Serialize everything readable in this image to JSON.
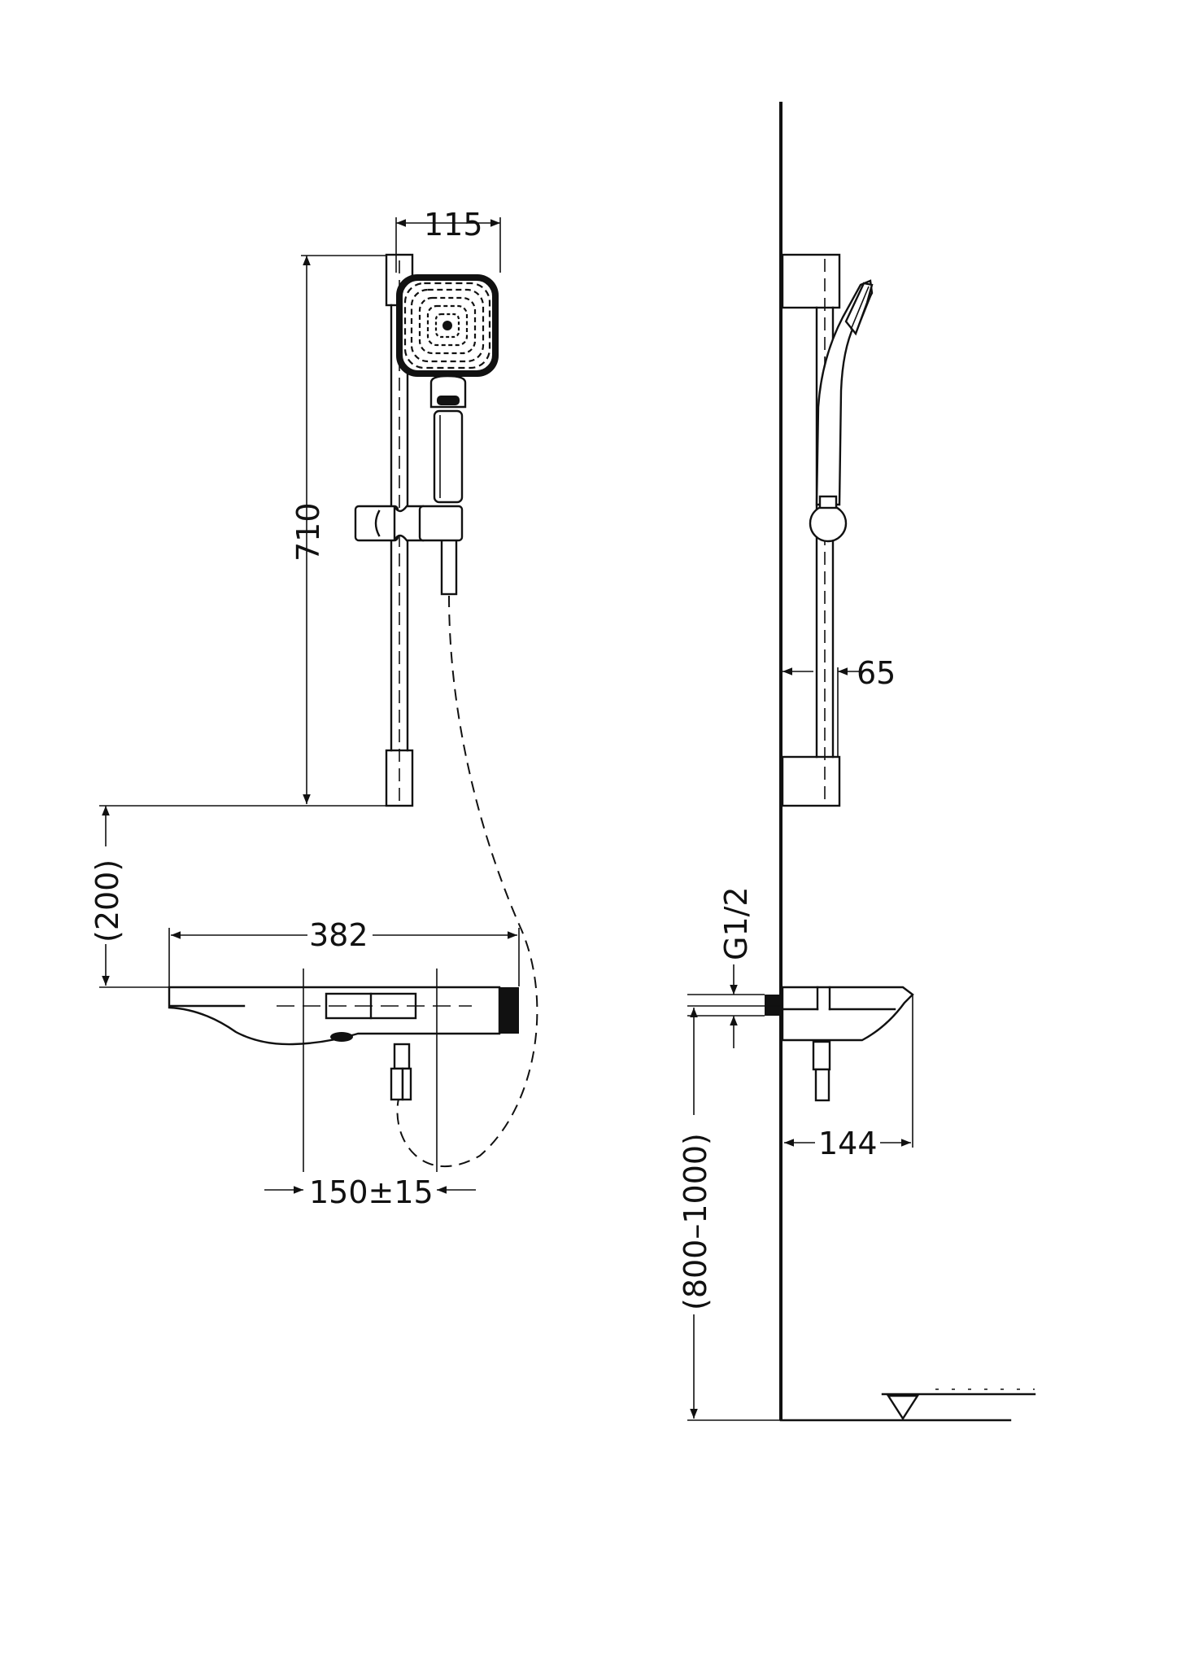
{
  "dimensions": {
    "head_width": "115",
    "rail_height": "710",
    "offset_below_rail": "(200)",
    "shelf_width": "382",
    "inlet_spacing": "150±15",
    "rail_projection": "65",
    "thread": "G1/2",
    "shelf_depth": "144",
    "mount_height": "(800–1000)"
  }
}
